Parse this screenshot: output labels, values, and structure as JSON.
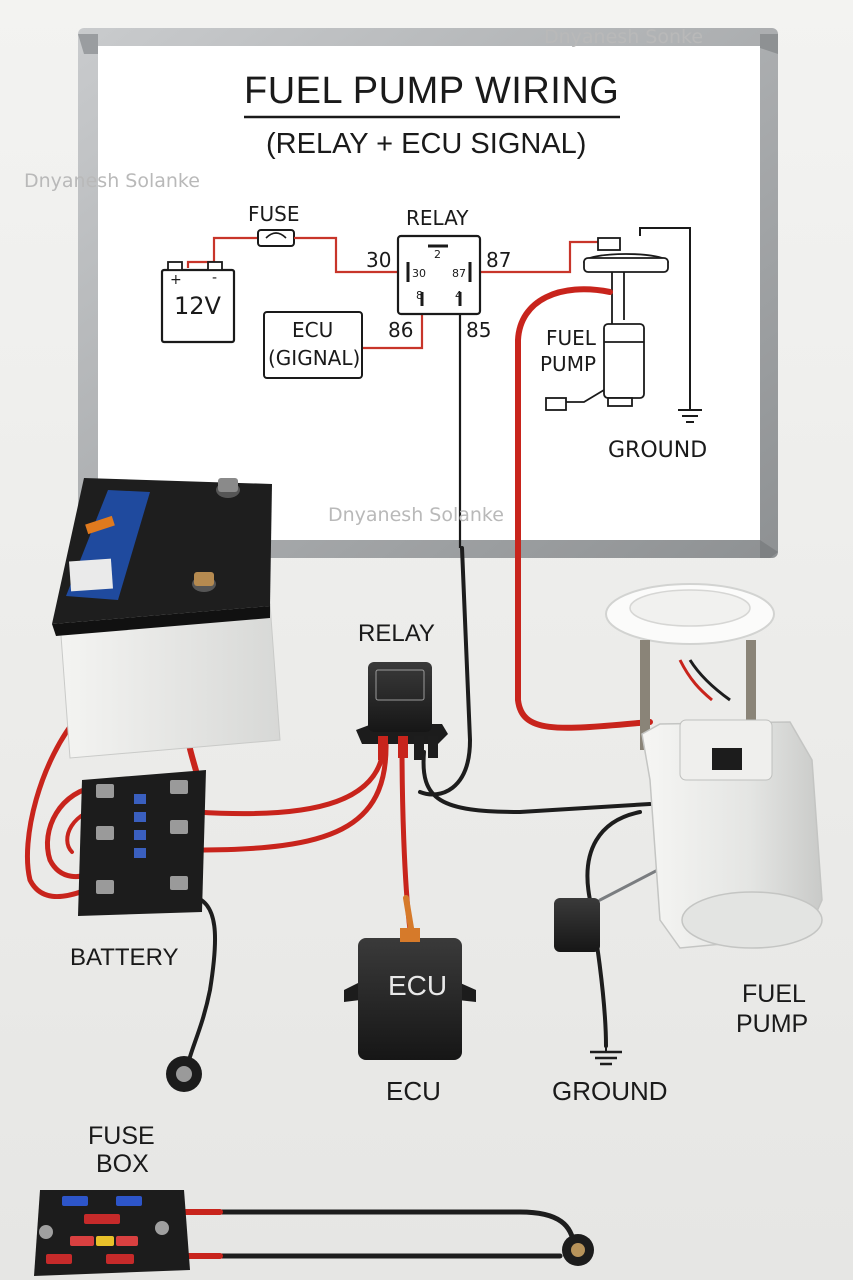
{
  "board": {
    "title": "FUEL PUMP WIRING",
    "subtitle": "(RELAY + ECU SIGNAL)",
    "watermarks": [
      "Dnyanesh Sonke",
      "Dnyanesh Solanke",
      "Dnyanesh Solanke"
    ],
    "labels": {
      "fuse": "FUSE",
      "relay": "RELAY",
      "battery": "12V",
      "battery_plus": "+",
      "battery_minus": "-",
      "ecu_line1": "ECU",
      "ecu_line2": "(GIGNAL)",
      "pin_30_outer": "30",
      "pin_87_outer": "87",
      "pin_86_outer": "86",
      "pin_85_outer": "85",
      "pin_2": "2",
      "pin_30": "30",
      "pin_87": "87",
      "pin_8": "8",
      "pin_4": "4",
      "fuel_pump_line1": "FUEL",
      "fuel_pump_line2": "PUMP",
      "ground": "GROUND"
    }
  },
  "photo_labels": {
    "relay": "RELAY",
    "battery": "BATTERY",
    "ecu_box_text": "ECU",
    "ecu": "ECU",
    "ground": "GROUND",
    "fuel_pump_line1": "FUEL",
    "fuel_pump_line2": "PUMP",
    "fuse_box_line1": "FUSE",
    "fuse_box_line2": "BOX"
  },
  "colors": {
    "positive_wire": "#c8241c",
    "ground_wire": "#1a1a1a",
    "board_frame": "#a9acae",
    "board_face": "#ffffff",
    "component_black": "#232323"
  }
}
